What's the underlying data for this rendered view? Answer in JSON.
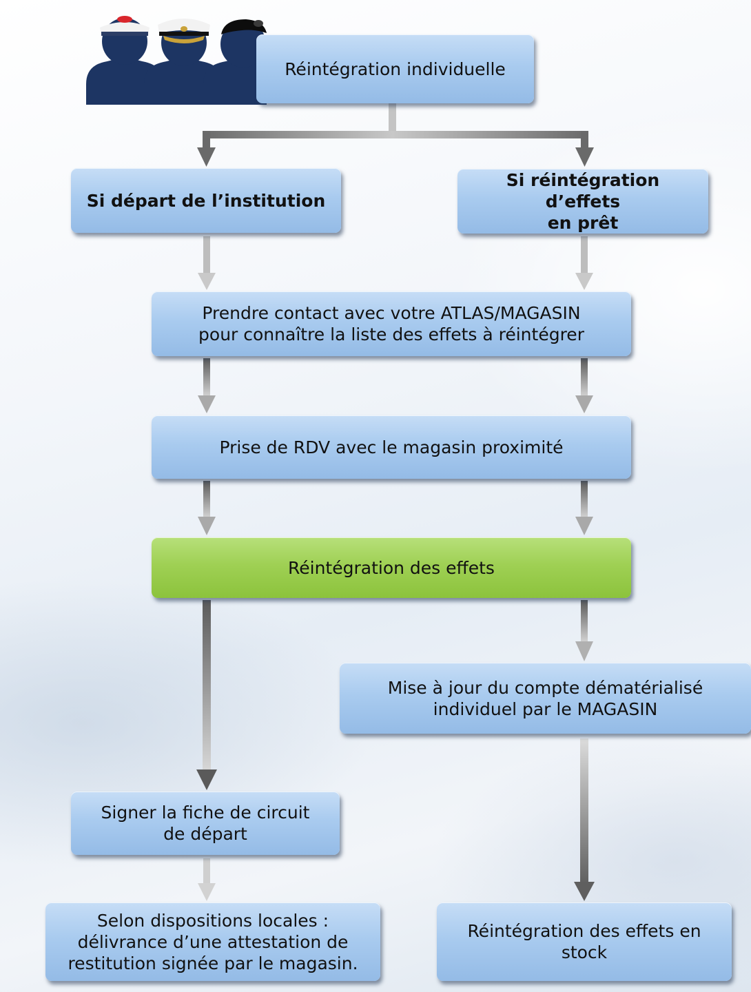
{
  "nodes": {
    "title": "Réintégration individuelle",
    "depart": "Si départ de l’institution",
    "pret": "Si réintégration d’effets\nen prêt",
    "contact": "Prendre contact avec votre ATLAS/MAGASIN\npour connaître la liste des effets à réintégrer",
    "rdv": "Prise de RDV avec le magasin proximité",
    "reintegration": "Réintégration des effets",
    "maj": "Mise à jour du compte dématérialisé\nindividuel par le MAGASIN",
    "signer": "Signer la fiche de circuit\nde départ",
    "selon": "Selon dispositions locales :\ndélivrance d’une attestation de\nrestitution signée par le magasin.",
    "stock": "Réintégration des effets en\nstock"
  },
  "colors": {
    "box_blue": "#a9cbef",
    "box_green": "#9fd054",
    "arrow_dark": "#6b6b6b",
    "arrow_light": "#b5b5b5",
    "silhouette": "#1d3563"
  },
  "icons": [
    "sailor-icon",
    "officer-icon",
    "beret-icon"
  ]
}
